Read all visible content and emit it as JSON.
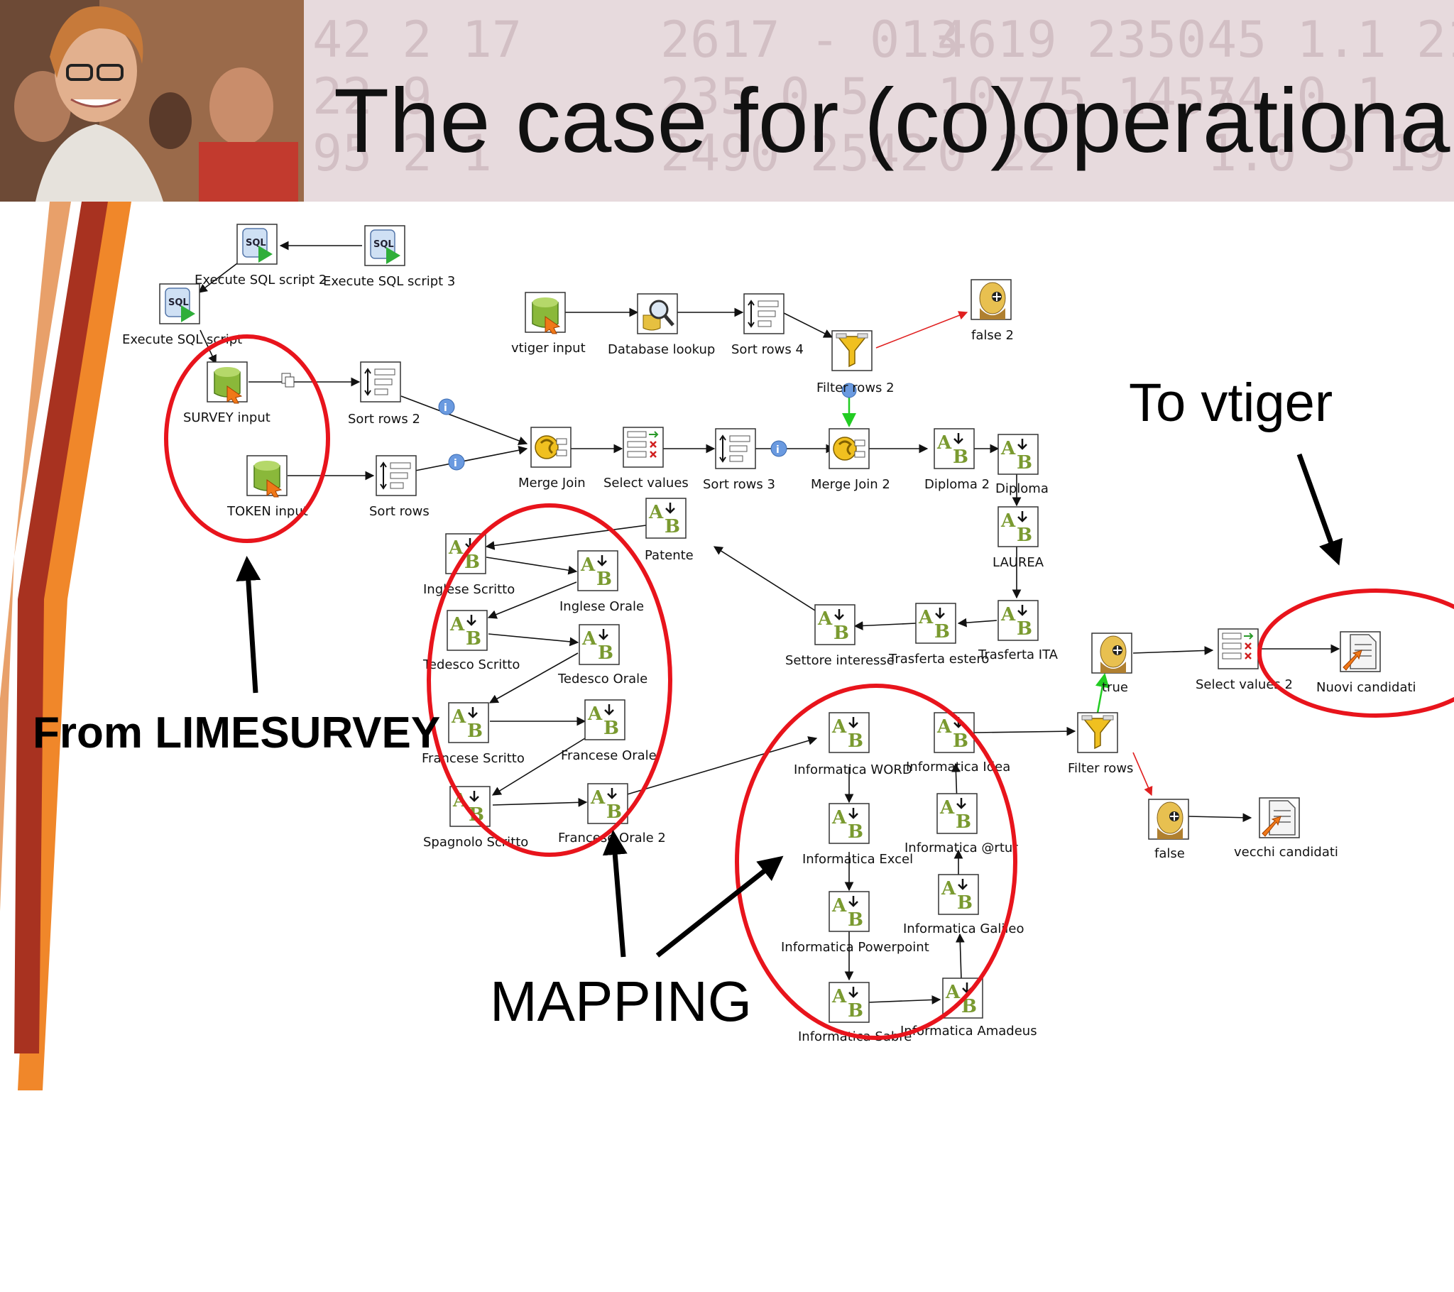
{
  "slide": {
    "title": "The case for (co)operational",
    "annotations": {
      "from_limesurvey": "From LIMESURVEY",
      "to_vtiger": "To vtiger",
      "mapping": "MAPPING"
    },
    "colors": {
      "accent_orange": "#f0872a",
      "accent_red": "#a83220",
      "highlight_circle": "#e8141c"
    }
  },
  "steps": {
    "execute_sql_script_2": "Execute SQL script 2",
    "execute_sql_script_3": "Execute SQL script 3",
    "execute_sql_script": "Execute SQL script",
    "survey_input": "SURVEY input",
    "sort_rows_2": "Sort rows 2",
    "token_input": "TOKEN input",
    "sort_rows": "Sort rows",
    "vtiger_input": "vtiger input",
    "database_lookup": "Database lookup",
    "sort_rows_4": "Sort rows 4",
    "filter_rows_2": "Filter rows 2",
    "false_2": "false 2",
    "merge_join": "Merge Join",
    "select_values": "Select values",
    "sort_rows_3": "Sort rows 3",
    "merge_join_2": "Merge Join 2",
    "diploma_2": "Diploma 2",
    "diploma": "Diploma",
    "laurea": "LAUREA",
    "trasferta_ita": "Trasferta ITA",
    "trasferta_estero": "Trasferta estero",
    "settore_interesse": "Settore interesse",
    "patente": "Patente",
    "inglese_scritto": "Inglese Scritto",
    "inglese_orale": "Inglese Orale",
    "tedesco_scritto": "Tedesco Scritto",
    "tedesco_orale": "Tedesco Orale",
    "francese_scritto": "Francese Scritto",
    "francese_orale": "Francese Orale",
    "spagnolo_scritto": "Spagnolo Scritto",
    "francese_orale_2": "Francese Orale 2",
    "informatica_word": "Informatica WORD",
    "informatica_idea": "Informatica Idea",
    "informatica_excel": "Informatica Excel",
    "informatica_artur": "Informatica @rtur",
    "informatica_powerpoint": "Informatica Powerpoint",
    "informatica_galileo": "Informatica Galileo",
    "informatica_sabre": "Informatica Sabre",
    "informatica_amadeus": "Informatica Amadeus",
    "filter_rows": "Filter rows",
    "true": "true",
    "select_values_2": "Select values 2",
    "nuovi_candidati": "Nuovi candidati",
    "false": "false",
    "vecchi_candidati": "vecchi candidati"
  }
}
